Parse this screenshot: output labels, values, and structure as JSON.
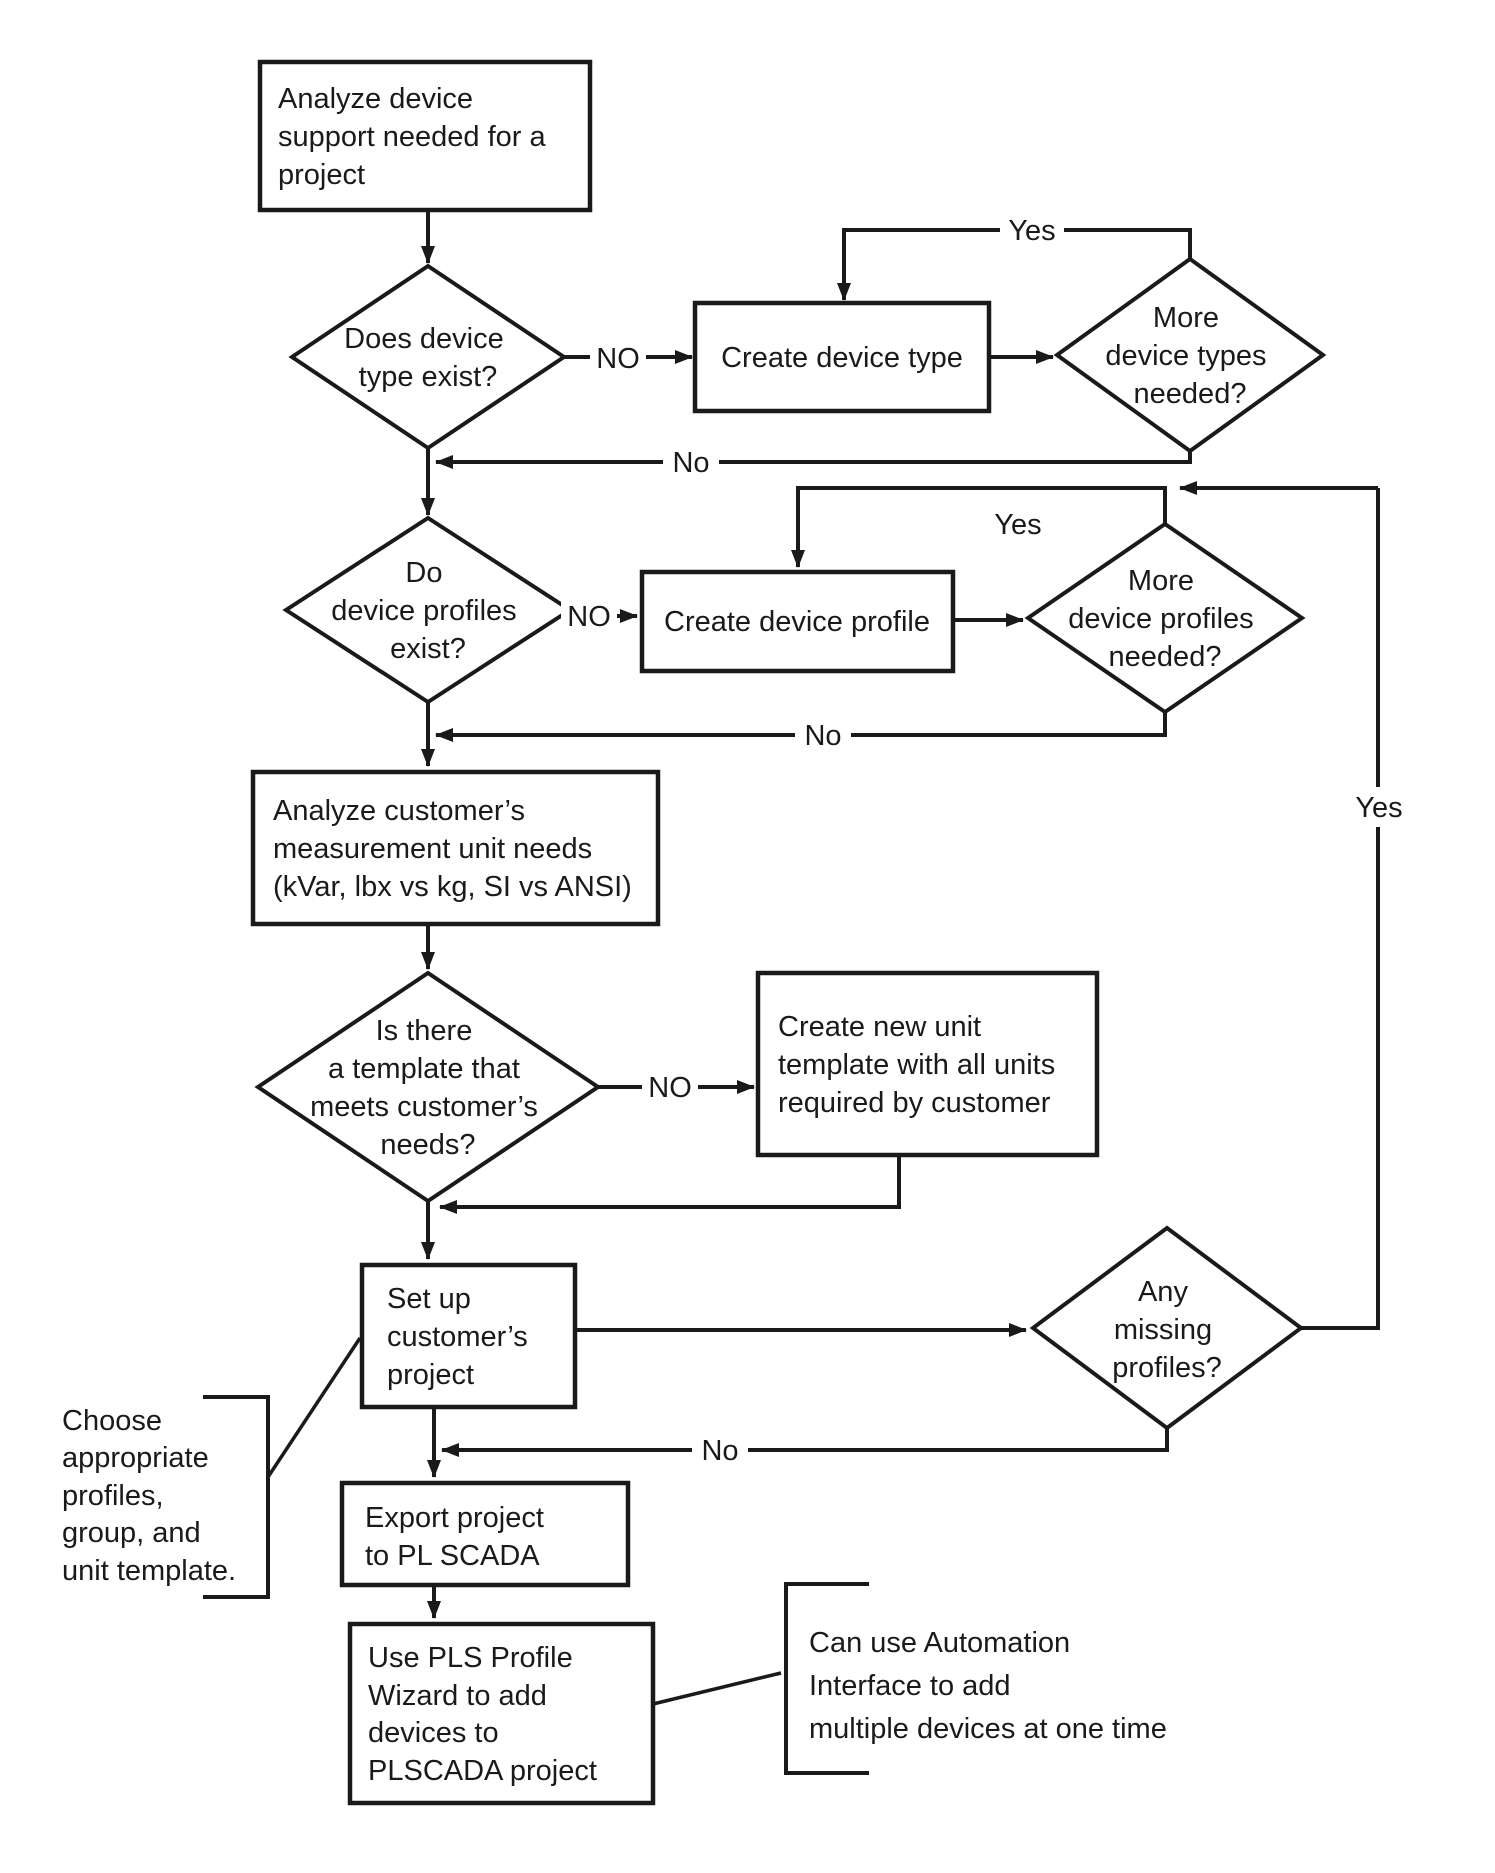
{
  "diagram": {
    "colors": {
      "line": "#1a1a1a",
      "background": "#ffffff",
      "text": "#1a1a1a"
    },
    "nodes": {
      "analyze_device_support": {
        "type": "process",
        "lines": [
          "Analyze device",
          "support needed for a",
          "project"
        ]
      },
      "device_type_exists": {
        "type": "decision",
        "lines": [
          "Does device",
          "type exist?"
        ]
      },
      "create_device_type": {
        "type": "process",
        "lines": [
          "Create device type"
        ]
      },
      "more_device_types": {
        "type": "decision",
        "lines": [
          "More",
          "device types",
          "needed?"
        ]
      },
      "device_profiles_exist": {
        "type": "decision",
        "lines": [
          "Do",
          "device profiles",
          "exist?"
        ]
      },
      "create_device_profile": {
        "type": "process",
        "lines": [
          "Create device profile"
        ]
      },
      "more_device_profiles": {
        "type": "decision",
        "lines": [
          "More",
          "device profiles",
          "needed?"
        ]
      },
      "analyze_measurement_units": {
        "type": "process",
        "lines": [
          "Analyze customer’s",
          "measurement unit needs",
          "(kVar, lbx vs kg, SI vs ANSI)"
        ]
      },
      "template_meets_needs": {
        "type": "decision",
        "lines": [
          "Is there",
          "a template that",
          "meets customer’s",
          "needs?"
        ]
      },
      "create_unit_template": {
        "type": "process",
        "lines": [
          "Create new unit",
          "template with all units",
          "required by customer"
        ]
      },
      "setup_project": {
        "type": "process",
        "lines": [
          "Set up",
          "customer’s",
          "project"
        ]
      },
      "any_missing_profiles": {
        "type": "decision",
        "lines": [
          "Any",
          "missing",
          "profiles?"
        ]
      },
      "export_project": {
        "type": "process",
        "lines": [
          "Export project",
          "to PL SCADA"
        ]
      },
      "profile_wizard": {
        "type": "process",
        "lines": [
          "Use PLS Profile",
          "Wizard to add",
          "devices to",
          "PLSCADA project"
        ]
      }
    },
    "edge_labels": {
      "type_no": "NO",
      "type_yes": "Yes",
      "type_done_no": "No",
      "profile_no": "NO",
      "profile_yes": "Yes",
      "profile_done_no": "No",
      "template_no": "NO",
      "missing_yes": "Yes",
      "missing_no": "No"
    },
    "annotations": {
      "choose_profiles": {
        "lines": [
          "Choose",
          "appropriate",
          "profiles,",
          "group, and",
          "unit template."
        ]
      },
      "automation_interface": {
        "lines": [
          "Can use Automation",
          "Interface to add",
          "multiple devices at one time"
        ]
      }
    }
  }
}
